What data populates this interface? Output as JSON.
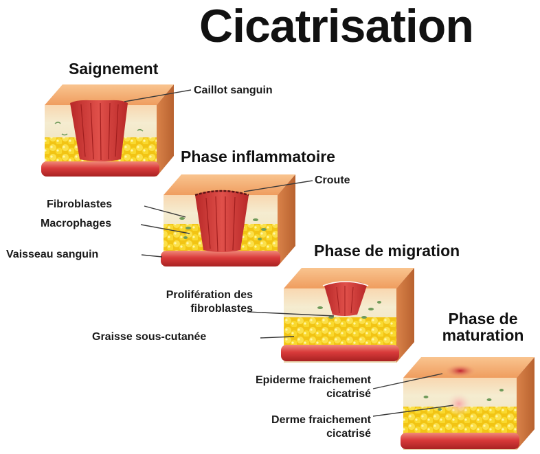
{
  "title": "Cicatrisation",
  "stages": [
    {
      "title": "Saignement"
    },
    {
      "title": "Phase inflammatoire"
    },
    {
      "title": "Phase de migration"
    },
    {
      "title_line1": "Phase de",
      "title_line2": "maturation"
    }
  ],
  "labels": {
    "caillot": "Caillot sanguin",
    "croute": "Croute",
    "fibroblastes": "Fibroblastes",
    "macrophages": "Macrophages",
    "vaisseau": "Vaisseau sanguin",
    "proliferation_line1": "Prolifération des",
    "proliferation_line2": "fibroblastes",
    "graisse": "Graisse sous-cutanée",
    "epiderme_line1": "Epiderme fraichement",
    "epiderme_line2": "cicatrisé",
    "derme_line1": "Derme fraichement",
    "derme_line2": "cicatrisé"
  },
  "colors": {
    "skin_top": "#f6b27a",
    "skin_side": "#e8935a",
    "dermis": "#f3e6c4",
    "fat": "#f7d21c",
    "vessel": "#d93a3a",
    "wound": "#c9302c"
  }
}
